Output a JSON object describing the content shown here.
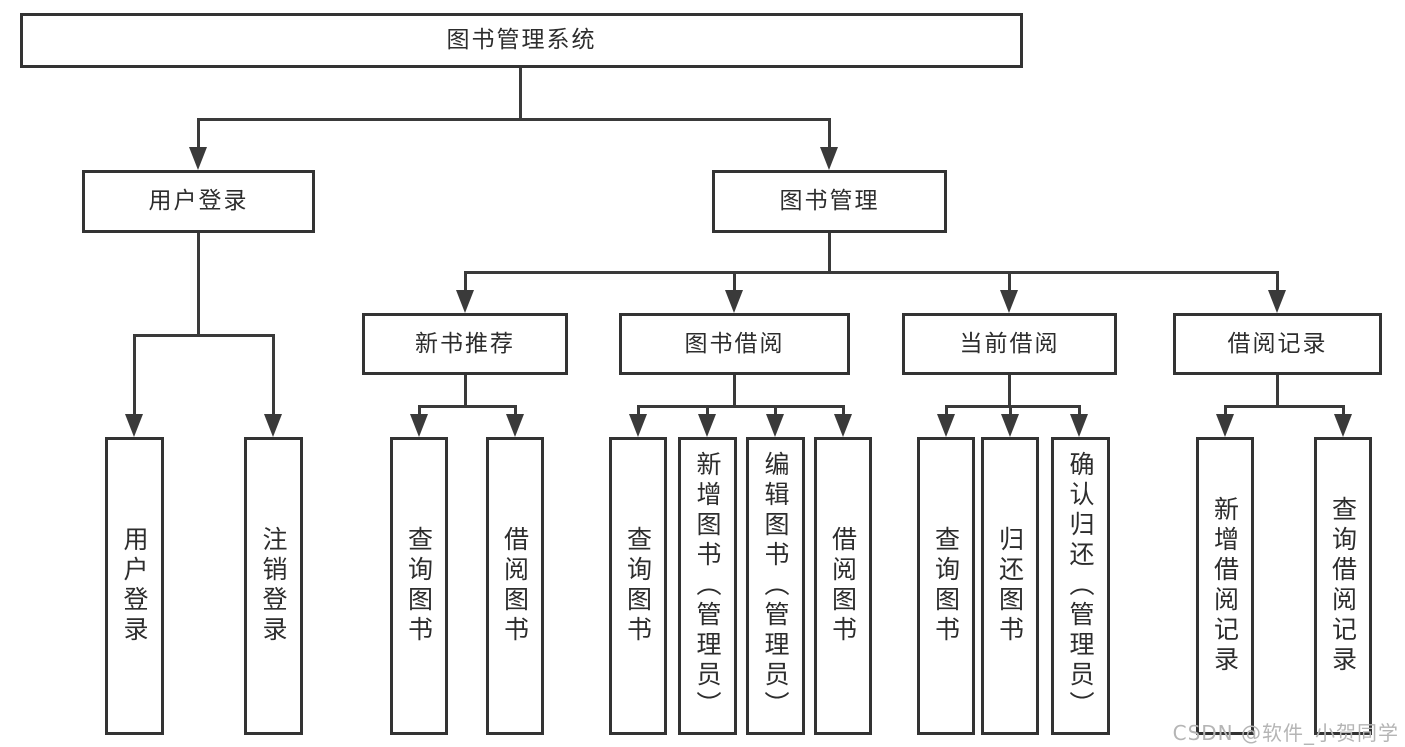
{
  "tree": {
    "label": "图书管理系统",
    "children": [
      {
        "label": "用户登录",
        "children": [
          {
            "label": "用户登录"
          },
          {
            "label": "注销登录"
          }
        ]
      },
      {
        "label": "图书管理",
        "children": [
          {
            "label": "新书推荐",
            "children": [
              {
                "label": "查询图书"
              },
              {
                "label": "借阅图书"
              }
            ]
          },
          {
            "label": "图书借阅",
            "children": [
              {
                "label": "查询图书"
              },
              {
                "label": "新增图书（管理员）"
              },
              {
                "label": "编辑图书（管理员）"
              },
              {
                "label": "借阅图书"
              }
            ]
          },
          {
            "label": "当前借阅",
            "children": [
              {
                "label": "查询图书"
              },
              {
                "label": "归还图书"
              },
              {
                "label": "确认归还（管理员）"
              }
            ]
          },
          {
            "label": "借阅记录",
            "children": [
              {
                "label": "新增借阅记录"
              },
              {
                "label": "查询借阅记录"
              }
            ]
          }
        ]
      }
    ]
  },
  "watermark": {
    "text": "CSDN @软件_小贺同学"
  },
  "colors": {
    "line": "#3a3a3a",
    "box_border": "#333333",
    "text": "#2d2d2d",
    "watermark": "#b5b5b5",
    "background": "#ffffff"
  }
}
